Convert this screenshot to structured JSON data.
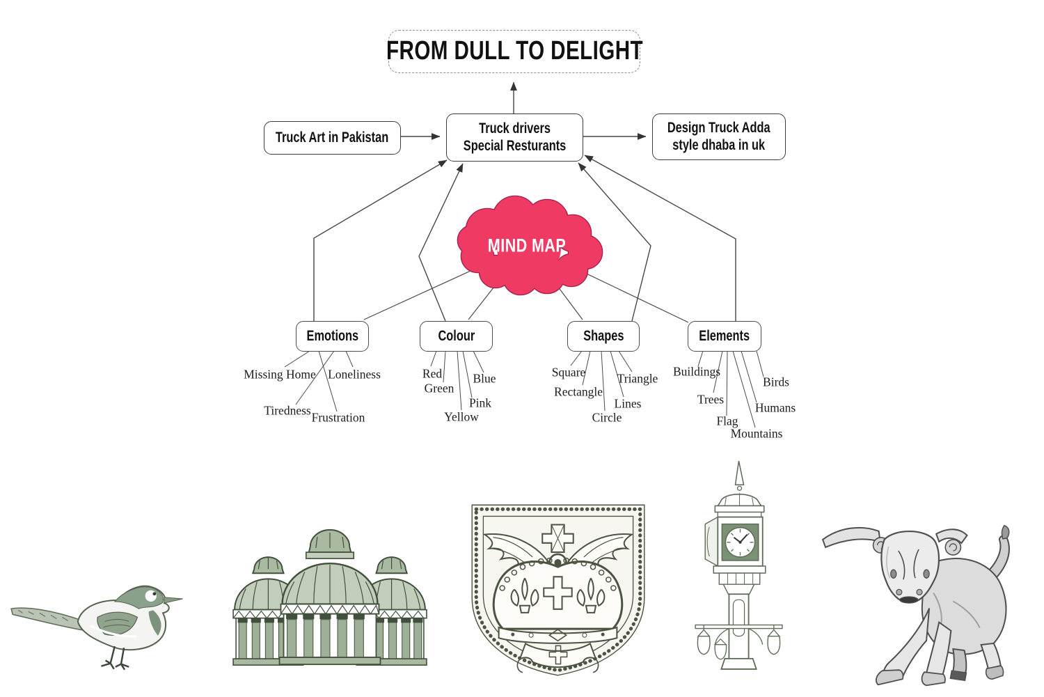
{
  "title": "FROM DULL TO DELIGHT",
  "nodes": {
    "truck_art": "Truck Art in Pakistan",
    "center": {
      "line1": "Truck drivers",
      "line2": "Special Resturants"
    },
    "design_adda": {
      "line1": "Design Truck Adda",
      "line2": "style dhaba in uk"
    },
    "cloud_label": "MIND MAP"
  },
  "branches": {
    "emotions": {
      "label": "Emotions",
      "children": [
        "Missing Home",
        "Loneliness",
        "Tiredness",
        "Frustration"
      ]
    },
    "colour": {
      "label": "Colour",
      "children": [
        "Red",
        "Green",
        "Blue",
        "Pink",
        "Yellow"
      ]
    },
    "shapes": {
      "label": "Shapes",
      "children": [
        "Square",
        "Rectangle",
        "Triangle",
        "Lines",
        "Circle"
      ]
    },
    "elements": {
      "label": "Elements",
      "children": [
        "Buildings",
        "Trees",
        "Birds",
        "Humans",
        "Flag",
        "Mountains"
      ]
    }
  },
  "colors": {
    "cloud_fill": "#EF3A63",
    "cloud_border": "#A0204B",
    "connector": "#454545",
    "box_border": "#3a3a3a",
    "sketch_green": "#8ba08a",
    "sketch_gray": "#4f4f4f"
  },
  "illustrations": [
    "bird-sketch",
    "domed-building-sketch",
    "crown-emblem-sketch",
    "clock-tower-sketch",
    "bull-sketch"
  ]
}
